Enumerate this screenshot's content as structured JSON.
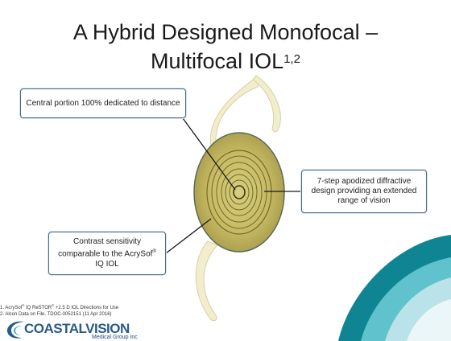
{
  "slide": {
    "title_line1": "A Hybrid Designed Monofocal –",
    "title_line2": "Multifocal IOL",
    "title_refs": "1,2"
  },
  "callouts": {
    "top_left": "Central portion 100% dedicated to distance",
    "right": "7-step apodized diffractive design providing an extended range of vision",
    "bottom_left_prefix": "Contrast sensitivity comparable to the AcrySof",
    "bottom_left_mark": "®",
    "bottom_left_suffix": " IQ IOL"
  },
  "footnotes": {
    "line1_a": "1. AcrySof",
    "line1_mark1": "®",
    "line1_b": " IQ ReSTOR",
    "line1_mark2": "®",
    "line1_c": " +2.5 D IOL Directions for Use",
    "line2": "2. Alcon Data on File. TDOC-0052151 (11 Apr 2016)"
  },
  "logo": {
    "brand_a": "COASTAL",
    "brand_b": "VISION",
    "sub": "Medical Group Inc"
  },
  "colors": {
    "lens_fill": "#c8ba63",
    "lens_ring": "#6e6a2e",
    "haptic": "#f2eecd",
    "swoosh_dark": "#0f8594",
    "swoosh_light": "#5fc2cc",
    "callout_border": "#4a6b8a",
    "brand": "#2a5a8c"
  }
}
